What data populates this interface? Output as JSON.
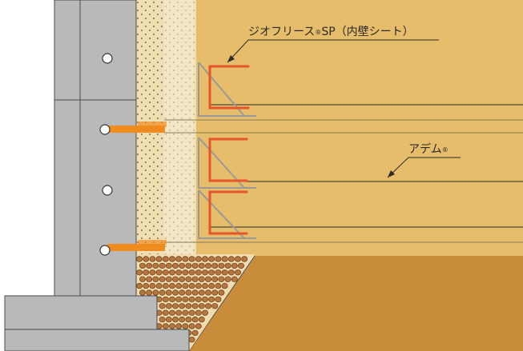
{
  "labels": {
    "geofleece": {
      "text": "ジオフリース",
      "reg": "®",
      "suffix": "SP（内壁シート）"
    },
    "adem": {
      "text": "アデム",
      "reg": "®"
    }
  },
  "colors": {
    "fill_soil": "#e6bd6a",
    "ground_soil": "#c88c3a",
    "concrete": "#b8b9bb",
    "concrete_edge": "#4a4a4a",
    "drain_layer": "#f1dfb4",
    "geotextile_strip": "#f5ead2",
    "gravel_bg": "#f0dcae",
    "gravel": "#b7763c",
    "drain_pipe": "#ef8b1f",
    "anchor_bar": "#e8542c",
    "wire_frame": "#9a9a9a",
    "leader_line": "#2a2a2a"
  },
  "icons": [
    "weep-hole-icon",
    "drain-pipe-icon",
    "anchor-bar-icon",
    "wire-frame-icon"
  ]
}
